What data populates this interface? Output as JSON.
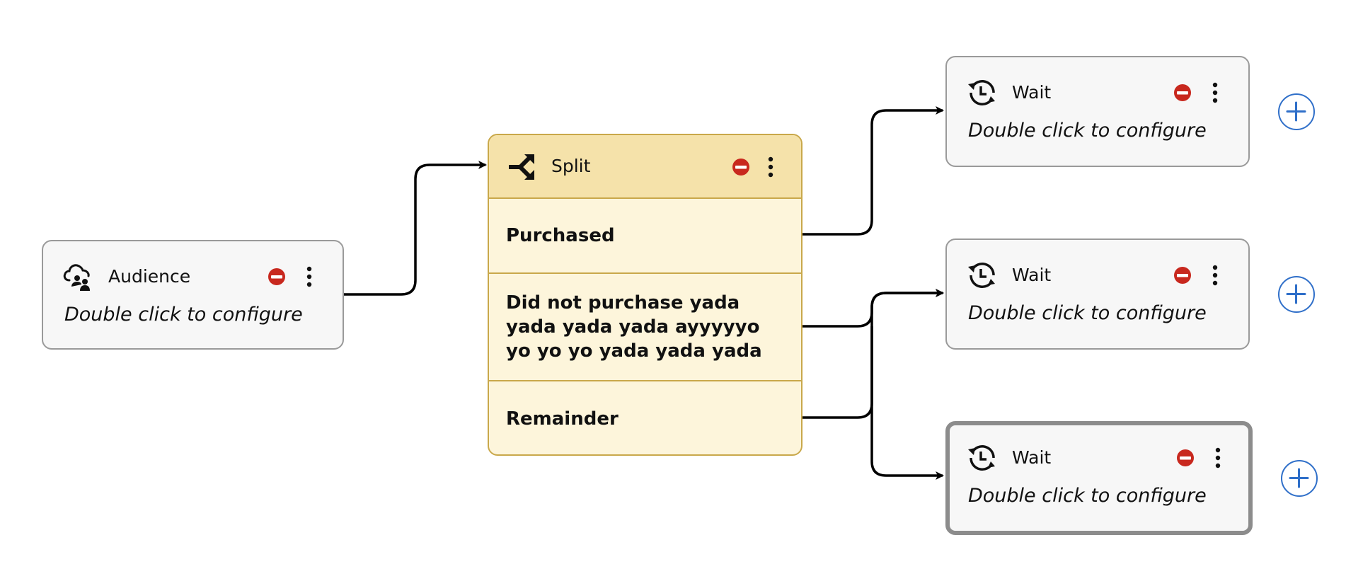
{
  "nodes": {
    "audience": {
      "title": "Audience",
      "hint": "Double click to configure",
      "icon": "audience-icon",
      "status": "error-status-icon"
    },
    "split": {
      "title": "Split",
      "icon": "split-icon",
      "status": "error-status-icon",
      "branches": [
        {
          "label": "Purchased"
        },
        {
          "label": "Did not purchase yada yada yada yada ayyyyyo yo yo yo yada yada yada"
        },
        {
          "label": "Remainder"
        }
      ]
    },
    "wait_1": {
      "title": "Wait",
      "hint": "Double click to configure",
      "icon": "wait-icon",
      "status": "error-status-icon"
    },
    "wait_2": {
      "title": "Wait",
      "hint": "Double click to configure",
      "icon": "wait-icon",
      "status": "error-status-icon"
    },
    "wait_3": {
      "title": "Wait",
      "hint": "Double click to configure",
      "icon": "wait-icon",
      "status": "error-status-icon",
      "selected": true
    }
  },
  "colors": {
    "error": "#c8281e",
    "split_header": "#f5e2aa",
    "split_body": "#fdf5db",
    "split_border": "#c9a84a",
    "node_bg": "#f7f7f7",
    "node_border": "#9a9a9a",
    "add_button": "#2f6fc9",
    "connector": "#000000"
  }
}
